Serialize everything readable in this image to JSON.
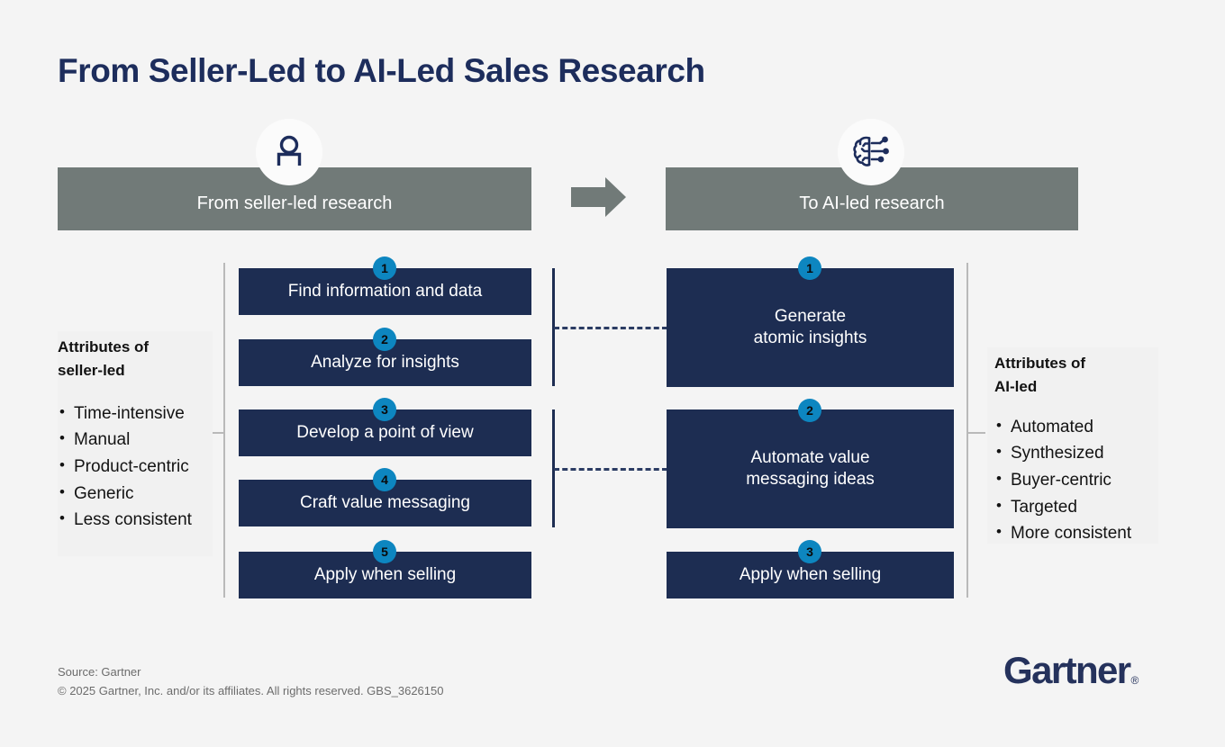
{
  "title": "From Seller-Led to AI-Led Sales Research",
  "colors": {
    "background": "#f4f4f4",
    "navy": "#1d2d52",
    "title_navy": "#1d2d5c",
    "gray_bar": "#717a78",
    "badge_blue": "#0d86c0",
    "bracket_gray": "#b9b9b9",
    "panel_gray": "#f1f1f1"
  },
  "headers": {
    "left": {
      "label": "From seller-led research",
      "icon": "person-icon"
    },
    "right": {
      "label": "To AI-led research",
      "icon": "ai-brain-icon"
    },
    "arrow_icon": "right-arrow-icon"
  },
  "left_column": {
    "steps": [
      {
        "number": "1",
        "label": "Find information and data"
      },
      {
        "number": "2",
        "label": "Analyze for insights"
      },
      {
        "number": "3",
        "label": "Develop a point of view"
      },
      {
        "number": "4",
        "label": "Craft value messaging"
      },
      {
        "number": "5",
        "label": "Apply when selling"
      }
    ]
  },
  "right_column": {
    "steps": [
      {
        "number": "1",
        "label": "Generate\natomic insights"
      },
      {
        "number": "2",
        "label": "Automate value\nmessaging ideas"
      },
      {
        "number": "3",
        "label": "Apply when selling"
      }
    ]
  },
  "attributes_left": {
    "title": "Attributes of\nseller-led",
    "items": [
      "Time-intensive",
      "Manual",
      "Product-centric",
      "Generic",
      "Less consistent"
    ]
  },
  "attributes_right": {
    "title": "Attributes of\nAI-led",
    "items": [
      "Automated",
      "Synthesized",
      "Buyer-centric",
      "Targeted",
      "More consistent"
    ]
  },
  "footer": {
    "source": "Source: Gartner",
    "copyright": "© 2025 Gartner, Inc. and/or its affiliates. All rights reserved. GBS_3626150",
    "logo_text": "Gartner",
    "logo_reg": "®"
  }
}
